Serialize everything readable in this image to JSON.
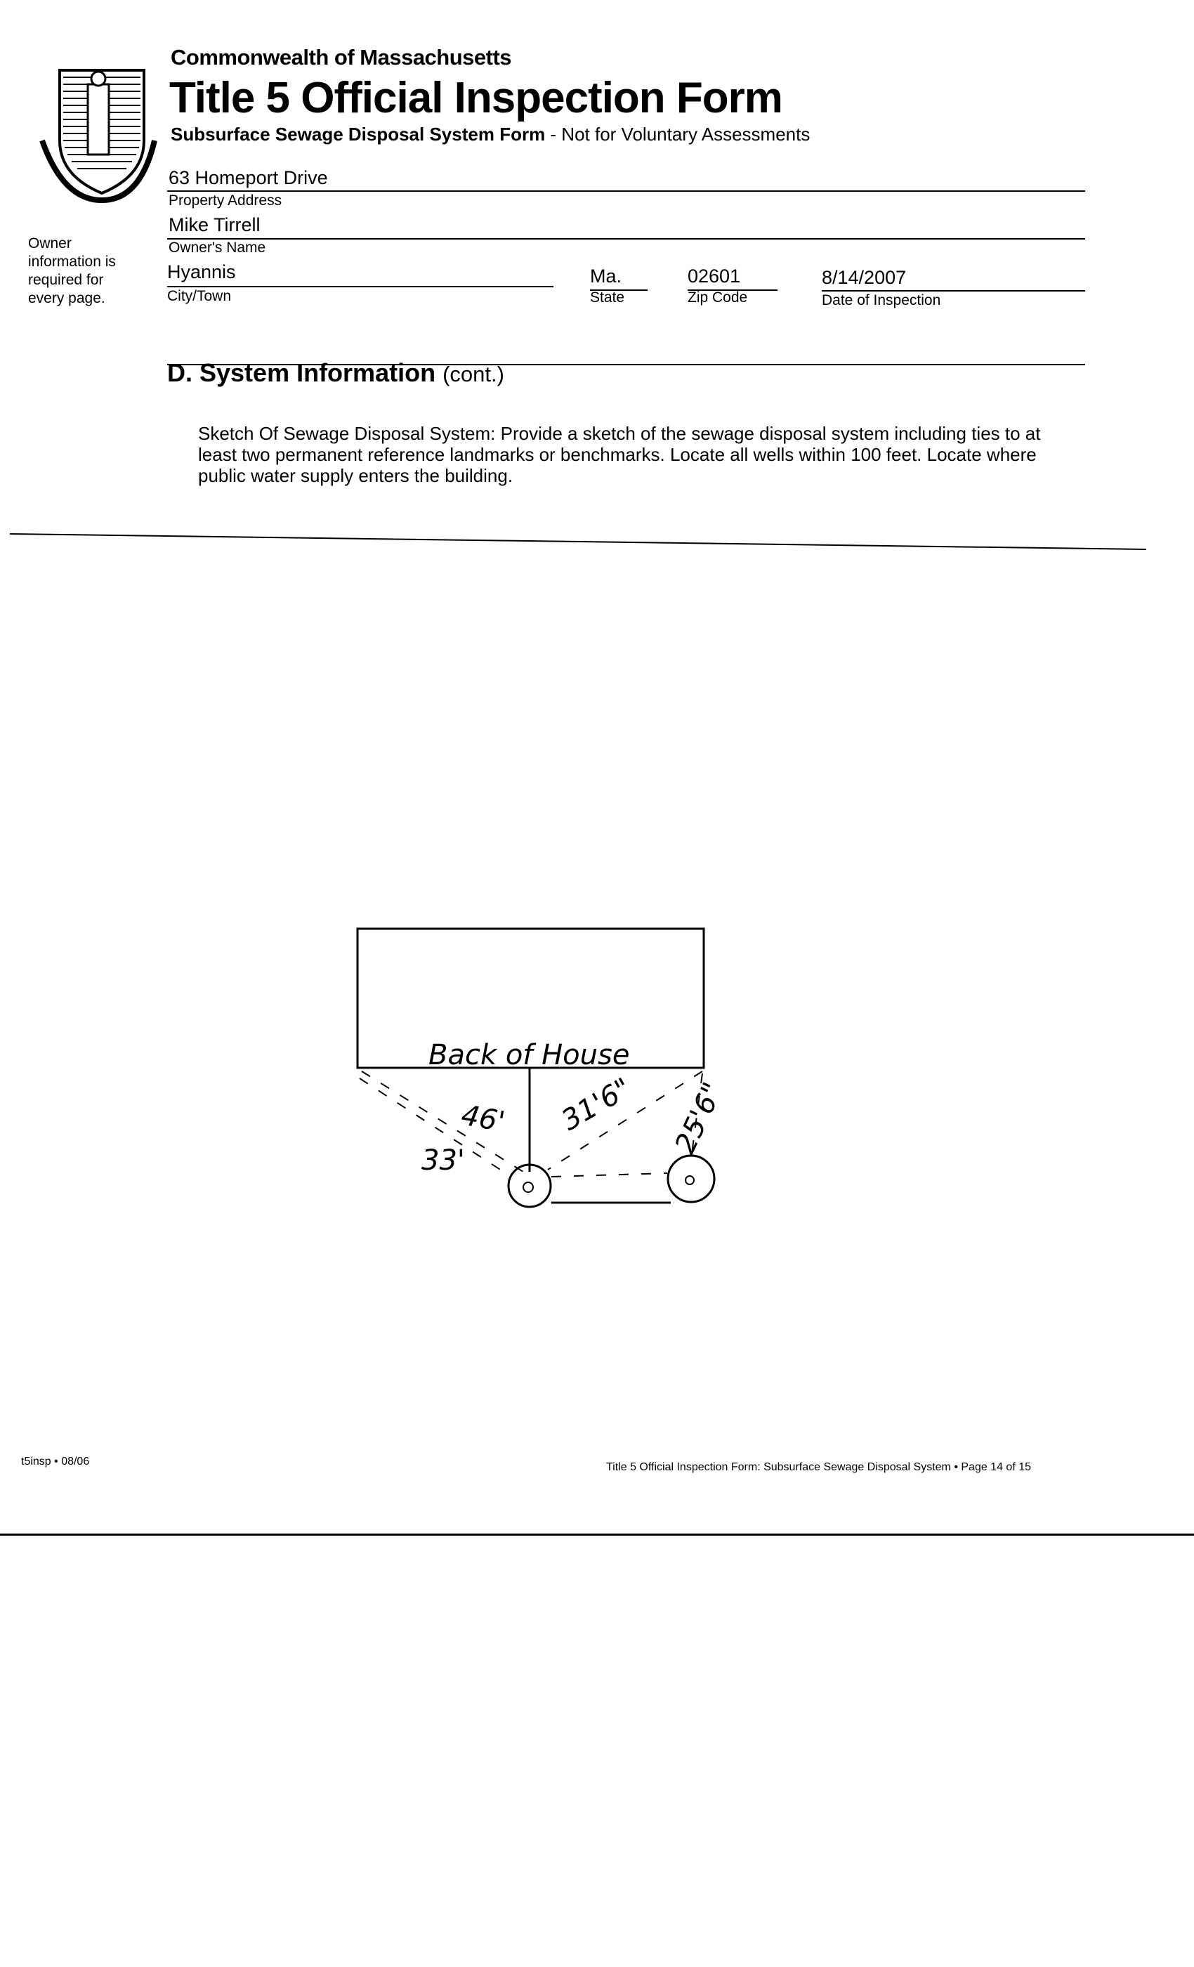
{
  "header": {
    "agency": "Commonwealth of Massachusetts",
    "title": "Title 5 Official Inspection Form",
    "subtitle_bold": "Subsurface Sewage Disposal System Form",
    "subtitle_rest": " - Not for Voluntary Assessments"
  },
  "owner_note": "Owner information is required for every page.",
  "fields": {
    "property_address": {
      "value": "63 Homeport Drive",
      "label": "Property Address"
    },
    "owner_name": {
      "value": "Mike Tirrell",
      "label": "Owner's Name"
    },
    "city": {
      "value": "Hyannis",
      "label": "City/Town"
    },
    "state": {
      "value": "Ma.",
      "label": "State"
    },
    "zip": {
      "value": "02601",
      "label": "Zip Code"
    },
    "date": {
      "value": "8/14/2007",
      "label": "Date of Inspection"
    }
  },
  "section": {
    "title": "D. System Information",
    "suffix": "(cont.)",
    "instructions": "Sketch Of Sewage Disposal System: Provide a sketch of the sewage disposal system including ties to at least two permanent reference landmarks or benchmarks. Locate all wells within 100 feet. Locate where public water supply enters the building."
  },
  "sketch": {
    "house_label": "Back of House",
    "measurements": [
      "46'",
      "33'",
      "31'6\"",
      "25'6\""
    ]
  },
  "footer": {
    "form_code": "t5insp • 08/06",
    "page_info": "Title 5 Official Inspection Form: Subsurface Sewage Disposal System • Page 14 of 15"
  }
}
